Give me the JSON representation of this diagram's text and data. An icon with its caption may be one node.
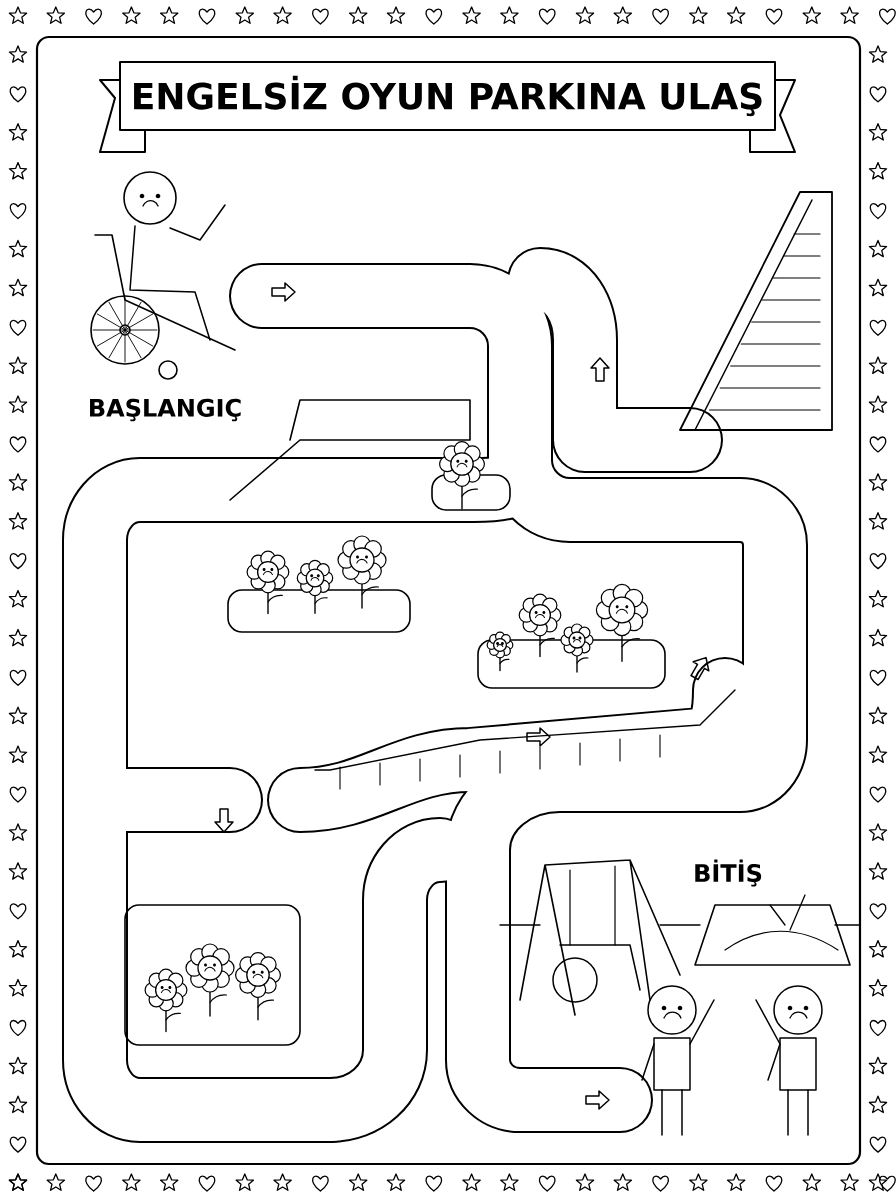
{
  "diagram": {
    "title": "ENGELSİZ OYUN PARKINA ULAŞ",
    "labels": [
      "BAŞLANGIÇ",
      "BİTİŞ"
    ]
  }
}
